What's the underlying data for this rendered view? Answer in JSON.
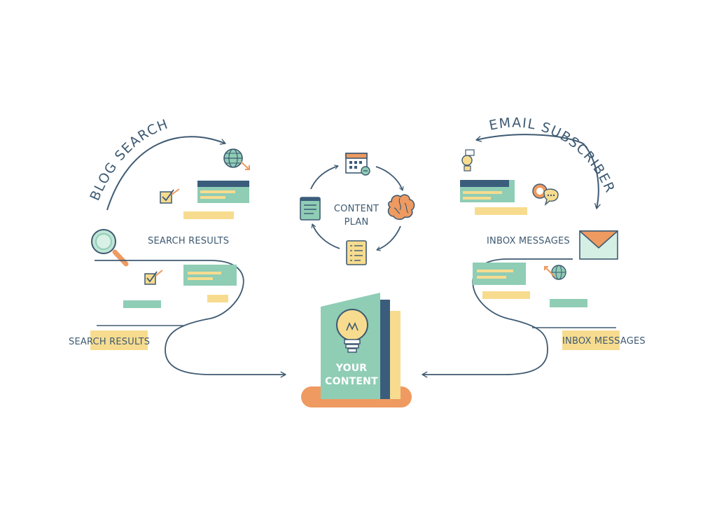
{
  "left": {
    "title": "BLOG SEARCH",
    "label_top": "SEARCH RESULTS",
    "label_bottom": "SEARCH RESULTS"
  },
  "right": {
    "title": "EMAIL SUBSCRIBER",
    "label_top": "INBOX MESSAGES",
    "label_bottom": "INBOX MESSAGES"
  },
  "center": {
    "plan_line1": "CONTENT",
    "plan_line2": "PLAN",
    "book_line1": "YOUR",
    "book_line2": "CONTENT"
  },
  "colors": {
    "ink": "#3e5a72",
    "mint": "#8fcdb5",
    "yellow": "#f7dc8f",
    "navy": "#3b5d7c",
    "orange": "#ee9a60",
    "background": "#ffffff"
  },
  "icons": {
    "left": [
      "globe-icon",
      "checkbox-icon",
      "magnifier-icon",
      "checkbox-icon"
    ],
    "cycle": [
      "calendar-icon",
      "brain-icon",
      "checklist-icon",
      "notepad-icon"
    ],
    "right": [
      "lamp-icon",
      "chat-bubbles-icon",
      "envelope-icon",
      "globe-icon"
    ],
    "center": [
      "lightbulb-icon"
    ]
  }
}
